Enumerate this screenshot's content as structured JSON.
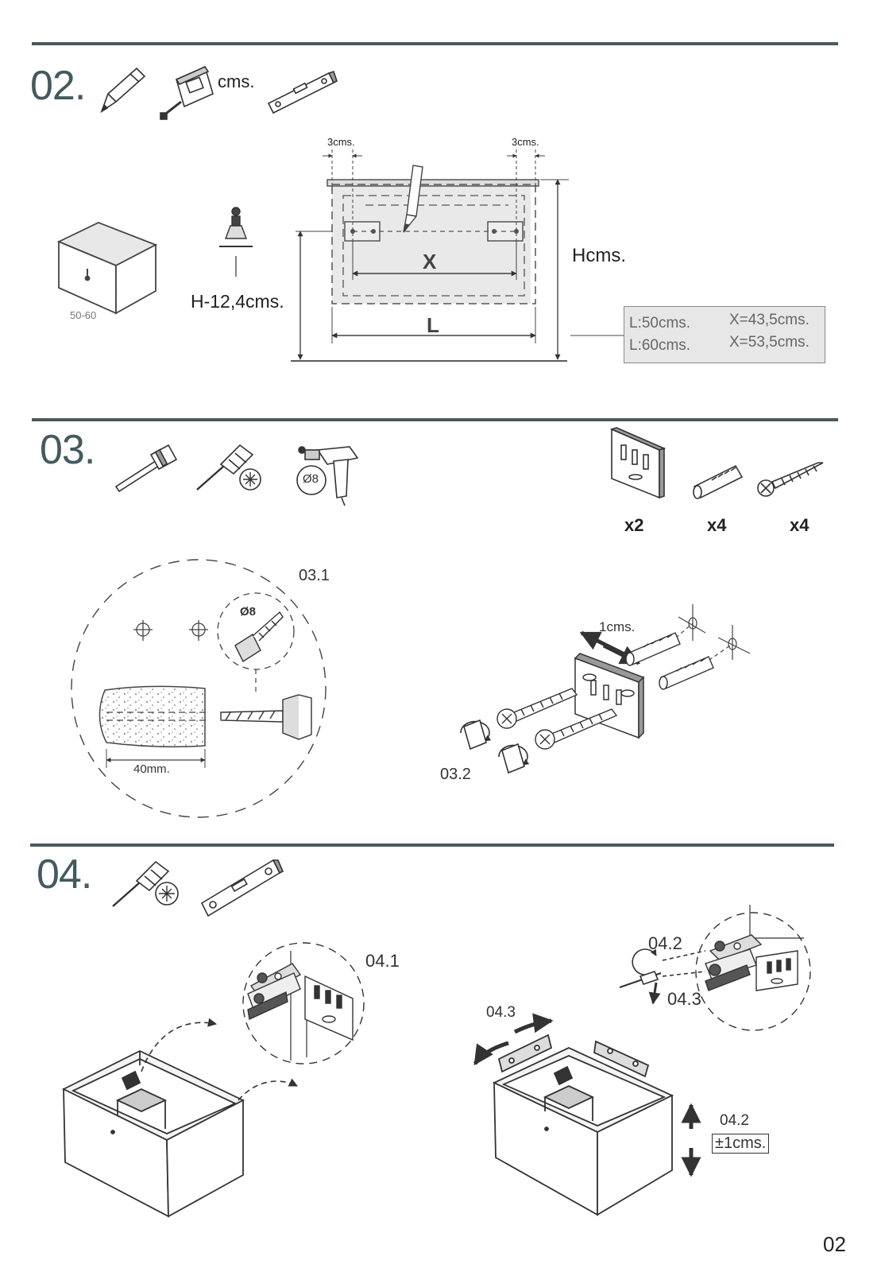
{
  "steps": {
    "s02": {
      "number": "02.",
      "tools": {
        "pencil": "pencil-icon",
        "tape": "tape-measure-icon",
        "level": "spirit-level-icon"
      },
      "tape_unit": "cms.",
      "cabinet_label": "50-60",
      "offset_left": "3cms.",
      "offset_right": "3cms.",
      "x_label": "X",
      "l_label": "L",
      "height_label": "Hcms.",
      "mount_height": "H-12,4cms.",
      "table": [
        {
          "l": "L:50cms.",
          "x": "X=43,5cms."
        },
        {
          "l": "L:60cms.",
          "x": "X=53,5cms."
        }
      ]
    },
    "s03": {
      "number": "03.",
      "tools": {
        "hammer": "hammer-icon",
        "screwdriver": "screwdriver-icon",
        "drill": "drill-icon"
      },
      "drill_bit": "Ø8",
      "parts": [
        {
          "icon": "bracket-icon",
          "qty": "x2"
        },
        {
          "icon": "wall-plug-icon",
          "qty": "x4"
        },
        {
          "icon": "screw-icon",
          "qty": "x4"
        }
      ],
      "detail1_label": "03.1",
      "detail1_bit": "Ø8",
      "depth_label": "40mm.",
      "detail2_label": "03.2",
      "recess_label": "1cms."
    },
    "s04": {
      "number": "04.",
      "tools": {
        "screwdriver": "screwdriver-icon",
        "level": "spirit-level-icon"
      },
      "d41": "04.1",
      "d42": "04.2",
      "d43": "04.3",
      "d43b": "04.3",
      "d42b": "04.2",
      "adjust": "±1cms."
    }
  },
  "page_number": "02"
}
